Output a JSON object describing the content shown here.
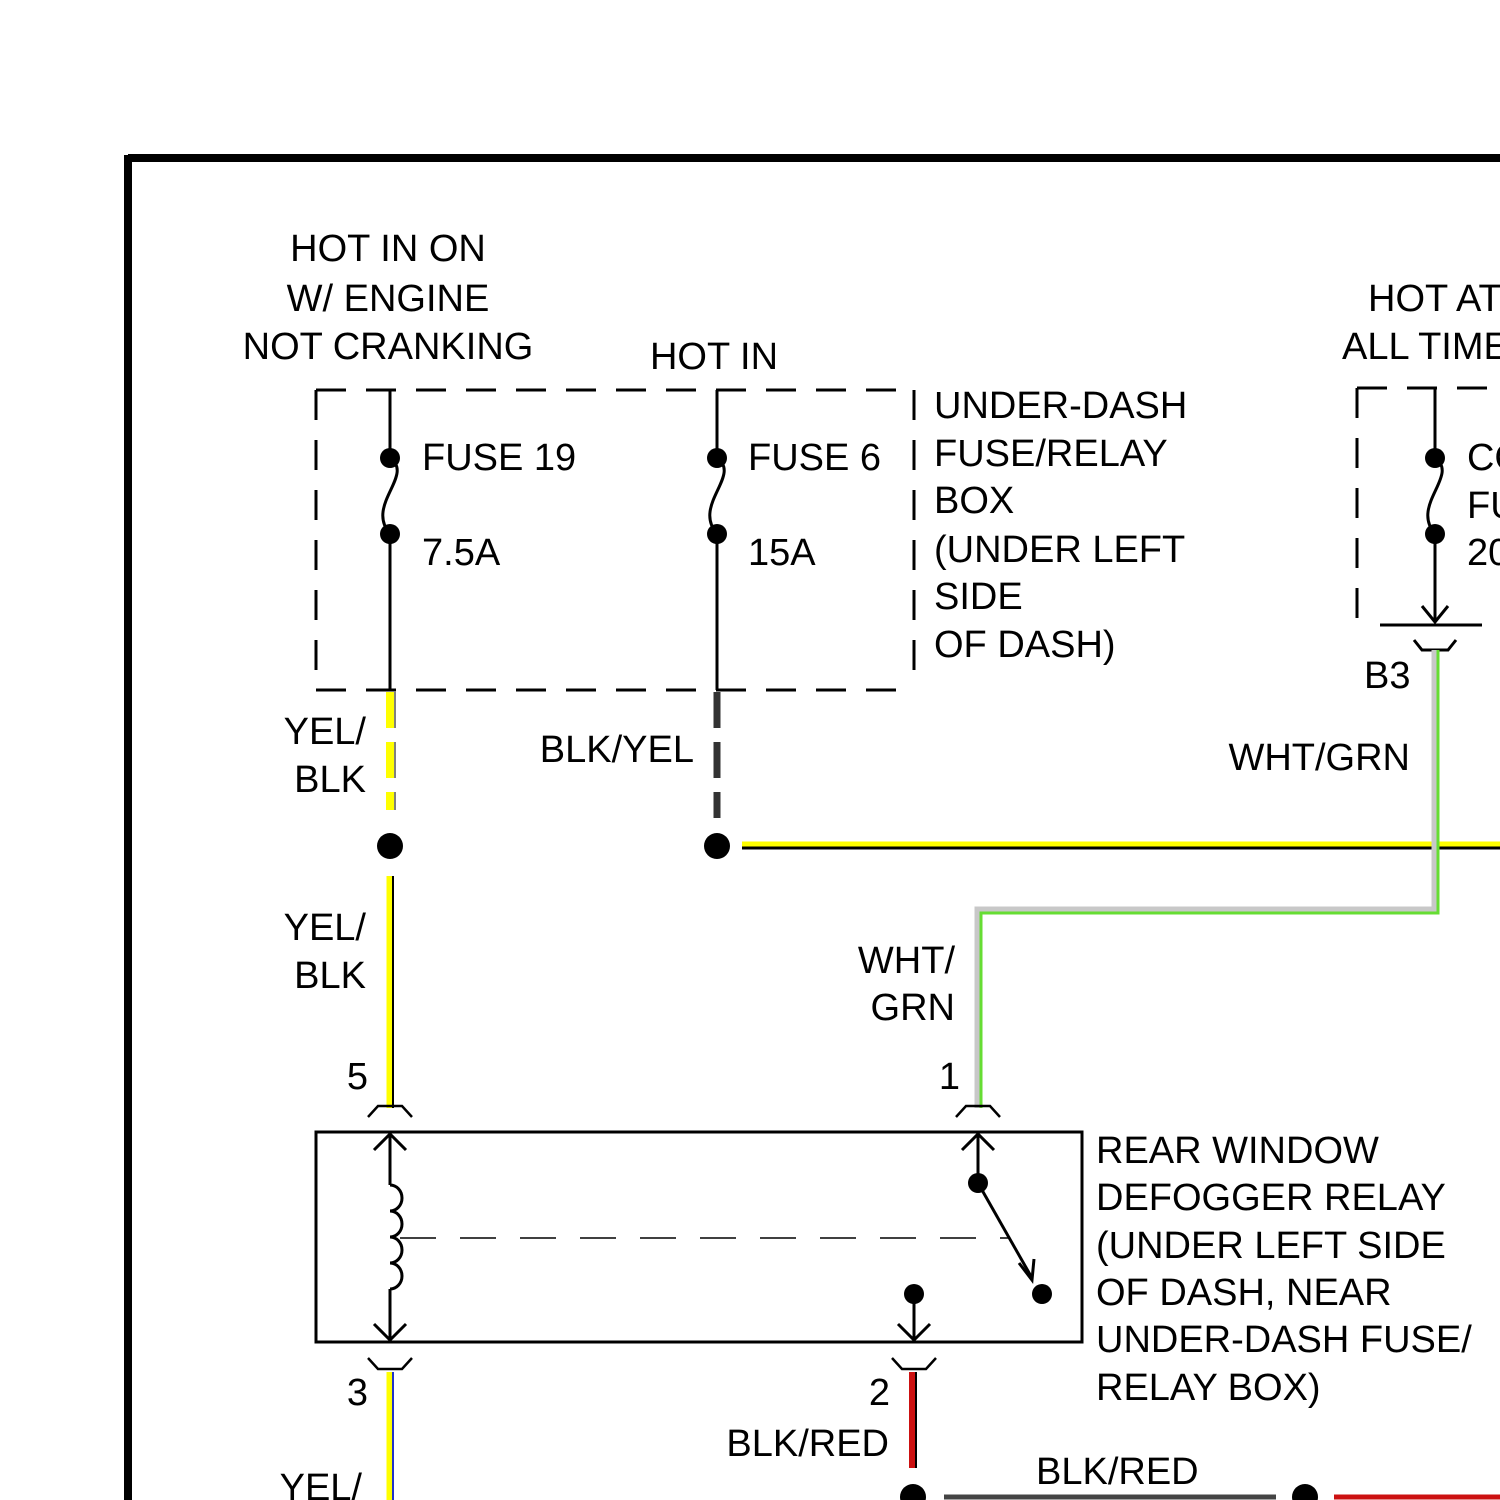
{
  "labels": {
    "hot_in_on_1": "HOT IN ON",
    "hot_in_on_2": "W/ ENGINE",
    "hot_in_on_3": "NOT CRANKING",
    "hot_in": "HOT IN",
    "hot_at_1": "HOT AT",
    "hot_at_2": "ALL TIMES",
    "fuse19_name": "FUSE 19",
    "fuse19_rating": "7.5A",
    "fuse6_name": "FUSE 6",
    "fuse6_rating": "15A",
    "right_fuse_name_1": "CO",
    "right_fuse_name_2": "FU",
    "right_fuse_rating": "20",
    "box_1": "UNDER-DASH",
    "box_2": "FUSE/RELAY",
    "box_3": "BOX",
    "box_4": "(UNDER LEFT",
    "box_5": "SIDE",
    "box_6": "OF DASH)",
    "b3": "B3",
    "yel_blk_top_1": "YEL/",
    "yel_blk_top_2": "BLK",
    "blk_yel": "BLK/YEL",
    "wht_grn_right": "WHT/GRN",
    "yel_blk_mid_1": "YEL/",
    "yel_blk_mid_2": "BLK",
    "wht_grn_mid_1": "WHT/",
    "wht_grn_mid_2": "GRN",
    "pin5": "5",
    "pin1": "1",
    "pin3": "3",
    "pin2": "2",
    "relay_1": "REAR WINDOW",
    "relay_2": "DEFOGGER RELAY",
    "relay_3": "(UNDER LEFT SIDE",
    "relay_4": "OF DASH, NEAR",
    "relay_5": "UNDER-DASH FUSE/",
    "relay_6": "RELAY BOX)",
    "blk_red_1": "BLK/RED",
    "blk_red_2": "BLK/RED",
    "yel_bottom": "YEL/"
  },
  "colors": {
    "frame": "#000000",
    "yellow": "#ffff00",
    "green": "#66dd33",
    "gray": "#c8c8c8",
    "red": "#cc1111",
    "blue": "#2233cc",
    "dark_gray": "#444444"
  }
}
